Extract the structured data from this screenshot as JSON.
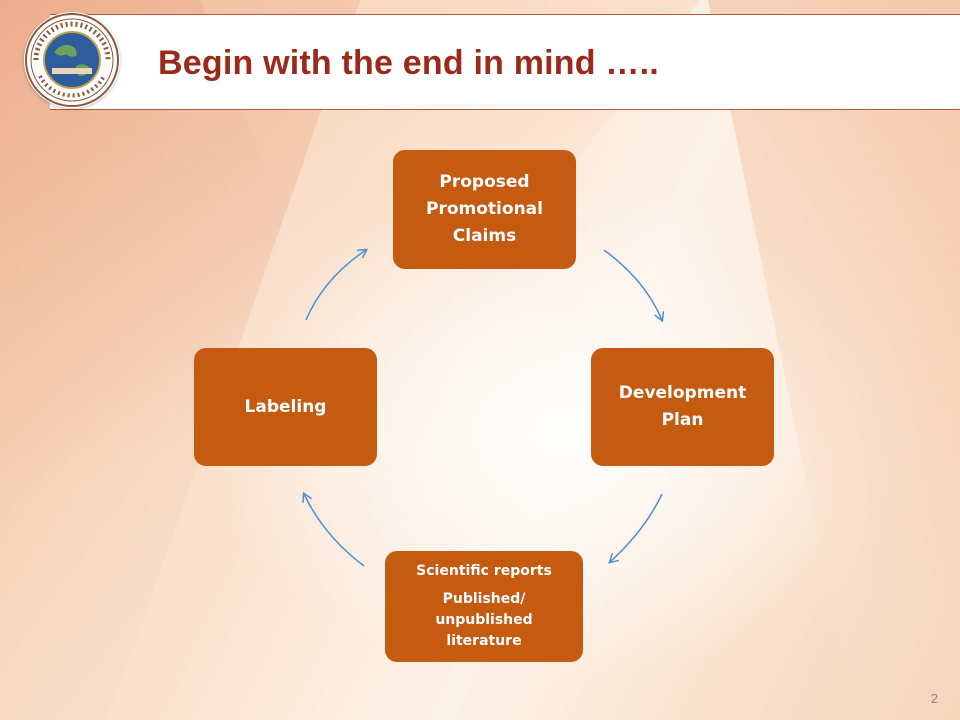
{
  "slide": {
    "title": "Begin with the end in mind …..",
    "page_number": "2"
  },
  "cycle": {
    "node_claims": {
      "lines": [
        "Proposed",
        "Promotional",
        "Claims"
      ]
    },
    "node_development": {
      "lines": [
        "Development",
        "Plan"
      ]
    },
    "node_scientific": {
      "line1": "Scientific reports",
      "line2": [
        "Published/",
        "unpublished",
        "literature"
      ]
    },
    "node_labeling": {
      "lines": [
        "Labeling"
      ]
    }
  },
  "colors": {
    "node_fill": "#c55a11",
    "title": "#9b2a1a",
    "arrow": "#4f8fd0",
    "header_rule": "#b0583a"
  },
  "icons": [
    "organization-seal-icon",
    "cycle-arrow-icon"
  ]
}
